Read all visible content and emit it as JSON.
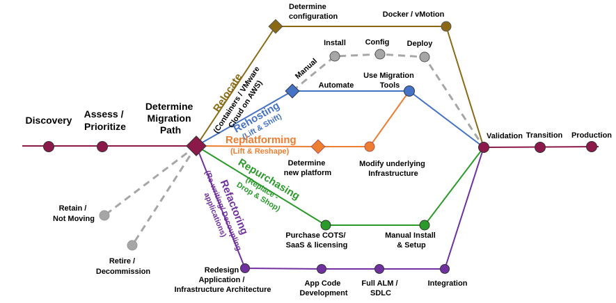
{
  "colors": {
    "main": "#8b1a4a",
    "relocate": "#8b6914",
    "rehost": "#4472c4",
    "replatform": "#ed7d31",
    "repurchase": "#2a9a2a",
    "refactor": "#7030a0",
    "gray": "#a6a6a6"
  },
  "stages": {
    "discovery": "Discovery",
    "assess": [
      "Assess /",
      "Prioritize"
    ],
    "determine_path": [
      "Determine",
      "Migration",
      "Path"
    ],
    "validation": "Validation",
    "transition": "Transition",
    "production": "Production"
  },
  "routes": {
    "relocate": {
      "name": "Relocate",
      "sub": [
        "(Containers / VMware",
        "Cloud on AWS)"
      ]
    },
    "rehost": {
      "name": "Rehosting",
      "sub": "(Lift & Shift)"
    },
    "replatform": {
      "name": "Replatforming",
      "sub": "(Lift & Reshape)"
    },
    "repurchase": {
      "name": "Repurchasing",
      "sub": [
        "(Replace -",
        "Drop & Shop)"
      ]
    },
    "refactor": {
      "name": "Refactoring",
      "sub": [
        "(Re-writing/ Decoupling",
        "applications)"
      ]
    }
  },
  "nodes": {
    "determine_config": [
      "Determine",
      "configuration"
    ],
    "docker": "Docker / vMotion",
    "manual": "Manual",
    "install": "Install",
    "config": "Config",
    "deploy": "Deploy",
    "automate": "Automate",
    "use_tools": [
      "Use Migration",
      "Tools"
    ],
    "determine_platform": [
      "Determine",
      "new platform"
    ],
    "modify_infra": [
      "Modify underlying",
      "Infrastructure"
    ],
    "purchase": [
      "Purchase COTS/",
      "SaaS & licensing"
    ],
    "manual_install": [
      "Manual Install",
      "& Setup"
    ],
    "redesign": [
      "Redesign",
      "Application /",
      "Infrastructure Architecture"
    ],
    "app_code": [
      "App Code",
      "Development"
    ],
    "alm": [
      "Full ALM /",
      "SDLC"
    ],
    "integration": "Integration",
    "retain": [
      "Retain /",
      "Not Moving"
    ],
    "retire": [
      "Retire /",
      "Decommission"
    ]
  }
}
